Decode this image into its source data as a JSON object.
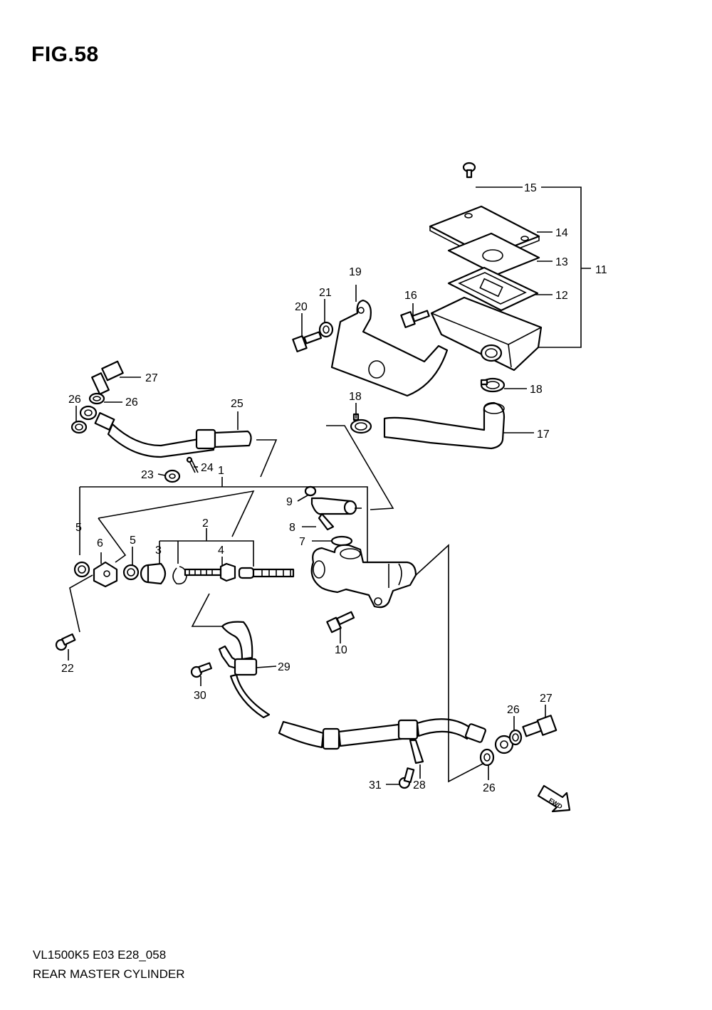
{
  "title": "FIG.58",
  "footer": {
    "model_code": "VL1500K5 E03 E28_058",
    "diagram_name": "REAR MASTER CYLINDER"
  },
  "fwd_label": "FWD",
  "callouts": [
    "1",
    "2",
    "3",
    "4",
    "5",
    "5",
    "6",
    "7",
    "8",
    "9",
    "10",
    "11",
    "12",
    "13",
    "14",
    "15",
    "16",
    "17",
    "18",
    "18",
    "19",
    "20",
    "21",
    "22",
    "23",
    "24",
    "25",
    "26",
    "26",
    "26",
    "26",
    "27",
    "27",
    "28",
    "29",
    "30",
    "31"
  ]
}
